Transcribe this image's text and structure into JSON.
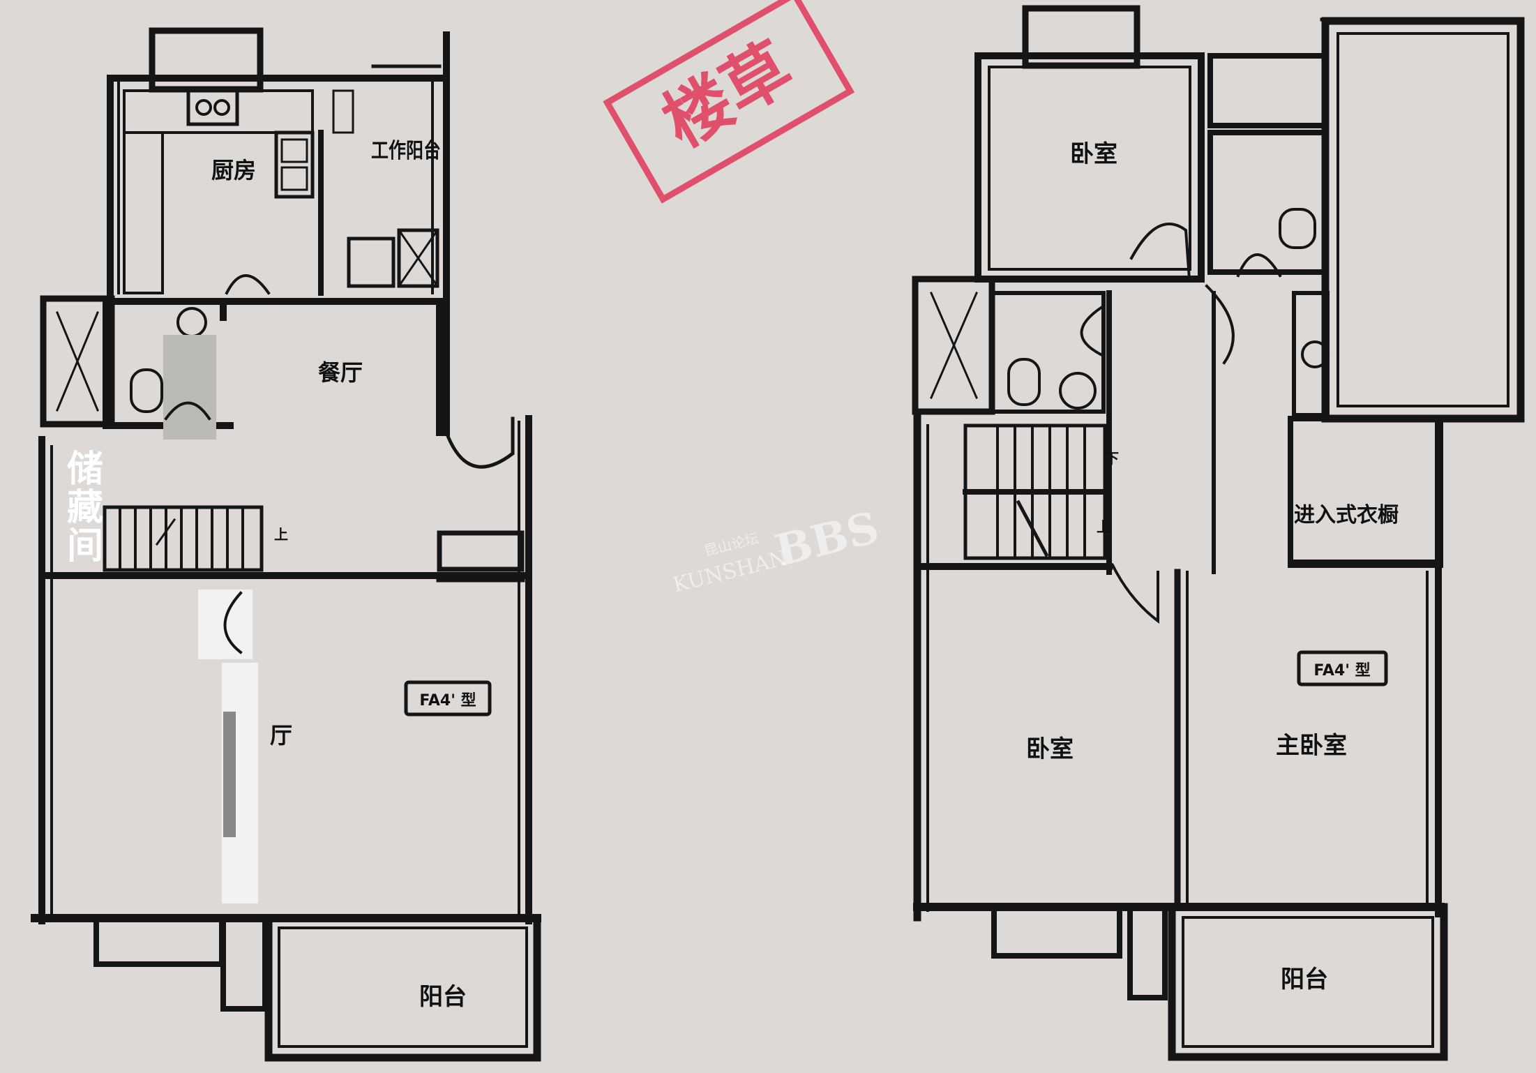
{
  "stamp": {
    "text": "楼草"
  },
  "watermark": {
    "cn": "昆山论坛",
    "brand": "KUNSHAN",
    "suffix": "BBS"
  },
  "floor1": {
    "kitchen": "厨房",
    "work_balcony": "工作阳台",
    "dining": "餐厅",
    "storage_line1": "储",
    "storage_line2": "藏",
    "storage_line3": "间",
    "living": "客厅",
    "living_visible": "厅",
    "balcony": "阳台",
    "stair_mark": "上",
    "type_tag": "FA4' 型"
  },
  "floor2": {
    "bedroom_top": "卧室",
    "walkin": "进入式衣橱",
    "bedroom_left": "卧室",
    "master": "主卧室",
    "balcony": "阳台",
    "stair_up": "上",
    "stair_down": "下",
    "type_tag": "FA4' 型"
  },
  "colors": {
    "paper": "#dcd9d6",
    "wall": "#151515",
    "stamp": "#e0506a"
  }
}
